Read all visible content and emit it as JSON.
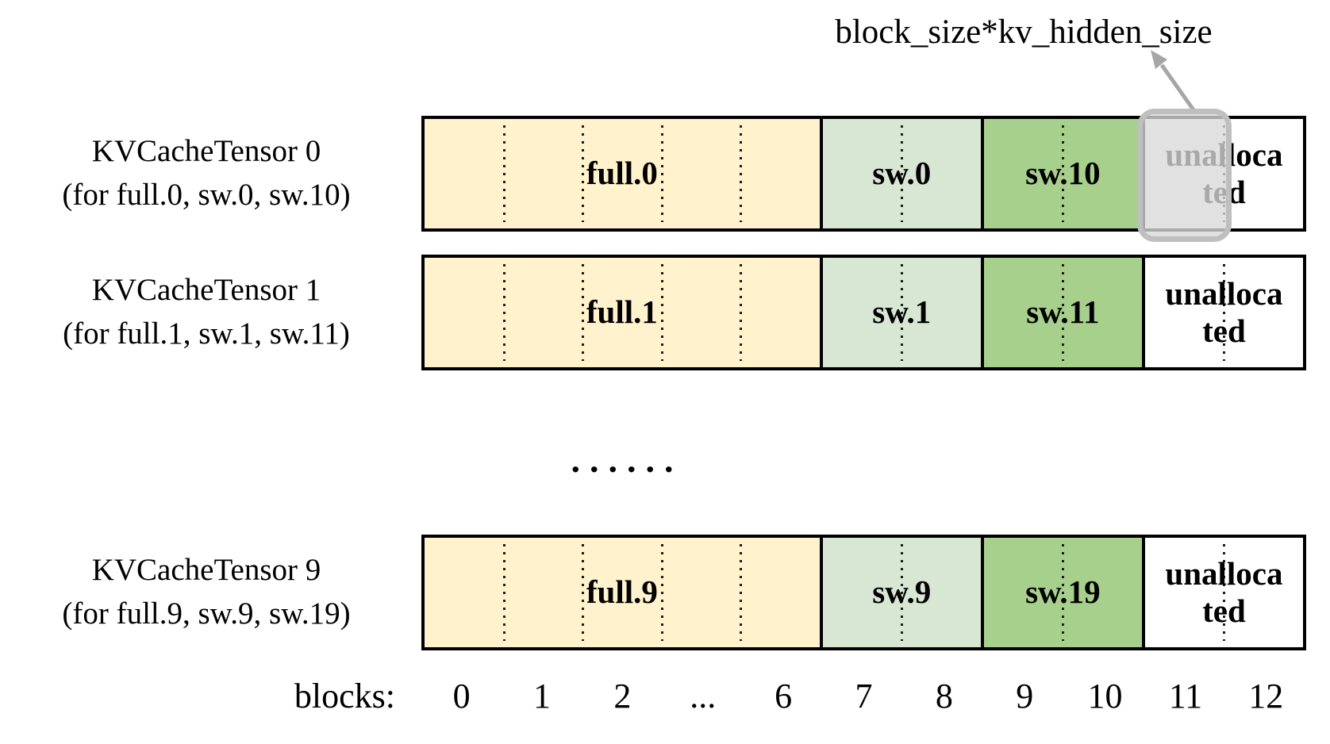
{
  "annotation": {
    "label": "block_size*kv_hidden_size"
  },
  "ellipsis": "......",
  "rows": [
    {
      "title": "KVCacheTensor 0",
      "subtitle": "(for full.0, sw.0, sw.10)",
      "full": "full.0",
      "sw": "sw.0",
      "sw2": "sw.10",
      "unallocated_line1": "unalloca",
      "unallocated_line2": "ted",
      "highlighted": true
    },
    {
      "title": "KVCacheTensor 1",
      "subtitle": "(for full.1, sw.1, sw.11)",
      "full": "full.1",
      "sw": "sw.1",
      "sw2": "sw.11",
      "unallocated_line1": "unalloca",
      "unallocated_line2": "ted",
      "highlighted": false
    },
    {
      "title": "KVCacheTensor 9",
      "subtitle": "(for full.9, sw.9, sw.19)",
      "full": "full.9",
      "sw": "sw.9",
      "sw2": "sw.19",
      "unallocated_line1": "unalloca",
      "unallocated_line2": "ted",
      "highlighted": false
    }
  ],
  "axis": {
    "label": "blocks:",
    "ticks": [
      "0",
      "1",
      "2",
      "...",
      "6",
      "7",
      "8",
      "9",
      "10",
      "11",
      "12"
    ]
  },
  "colors": {
    "full_segment": "#FFF2CC",
    "sw_segment": "#D7E7D3",
    "sw2_segment": "#A8D08D",
    "unallocated_segment": "#FFFFFF",
    "bar_border": "#000000",
    "highlight_fill": "#D9D9D9",
    "highlight_border": "#BFBFBF",
    "arrow": "#A6A6A6"
  }
}
